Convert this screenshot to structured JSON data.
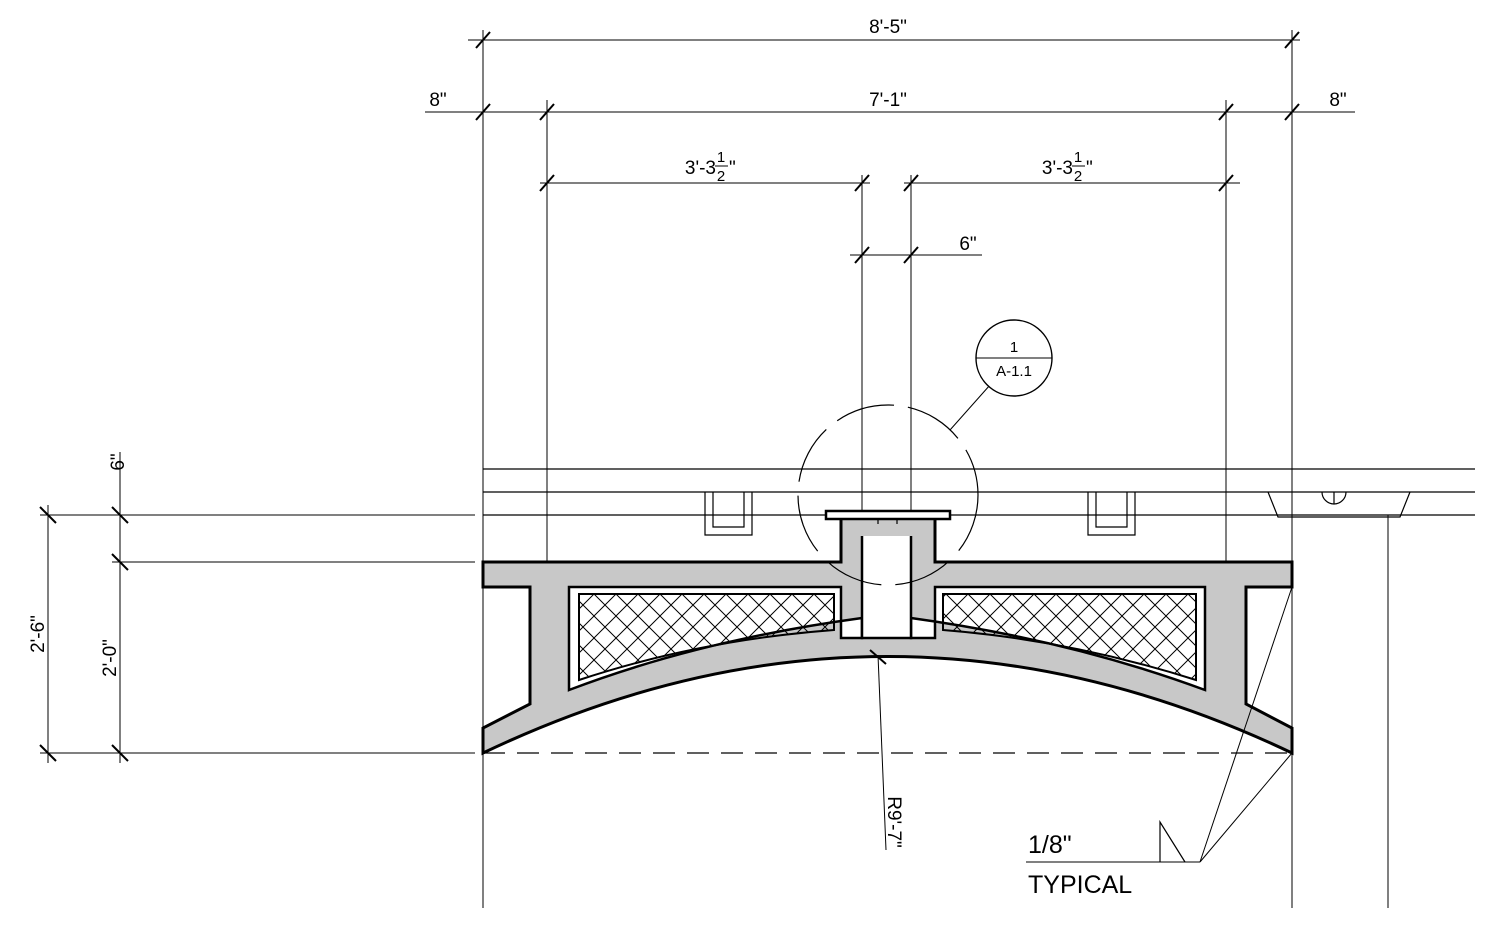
{
  "dimensions": {
    "overall_width": "8'-5\"",
    "left_edge": "8\"",
    "inner_width": "7'-1\"",
    "right_edge": "8\"",
    "left_bay_whole": "3'-3",
    "left_bay_num": "1",
    "left_bay_den": "2",
    "left_bay_tail": "\"",
    "right_bay_whole": "3'-3",
    "right_bay_num": "1",
    "right_bay_den": "2",
    "right_bay_tail": "\"",
    "center_gap": "6\"",
    "top_offset": "6\"",
    "overall_height": "2'-6\"",
    "beam_height": "2'-0\"",
    "arch_radius": "R9'-7\""
  },
  "detail_callout": {
    "number": "1",
    "sheet": "A-1.1"
  },
  "weld_note": {
    "size": "1/8\"",
    "label": "TYPICAL"
  },
  "colors": {
    "line": "#000000",
    "section_fill": "#c8c8c8",
    "background": "#ffffff"
  }
}
